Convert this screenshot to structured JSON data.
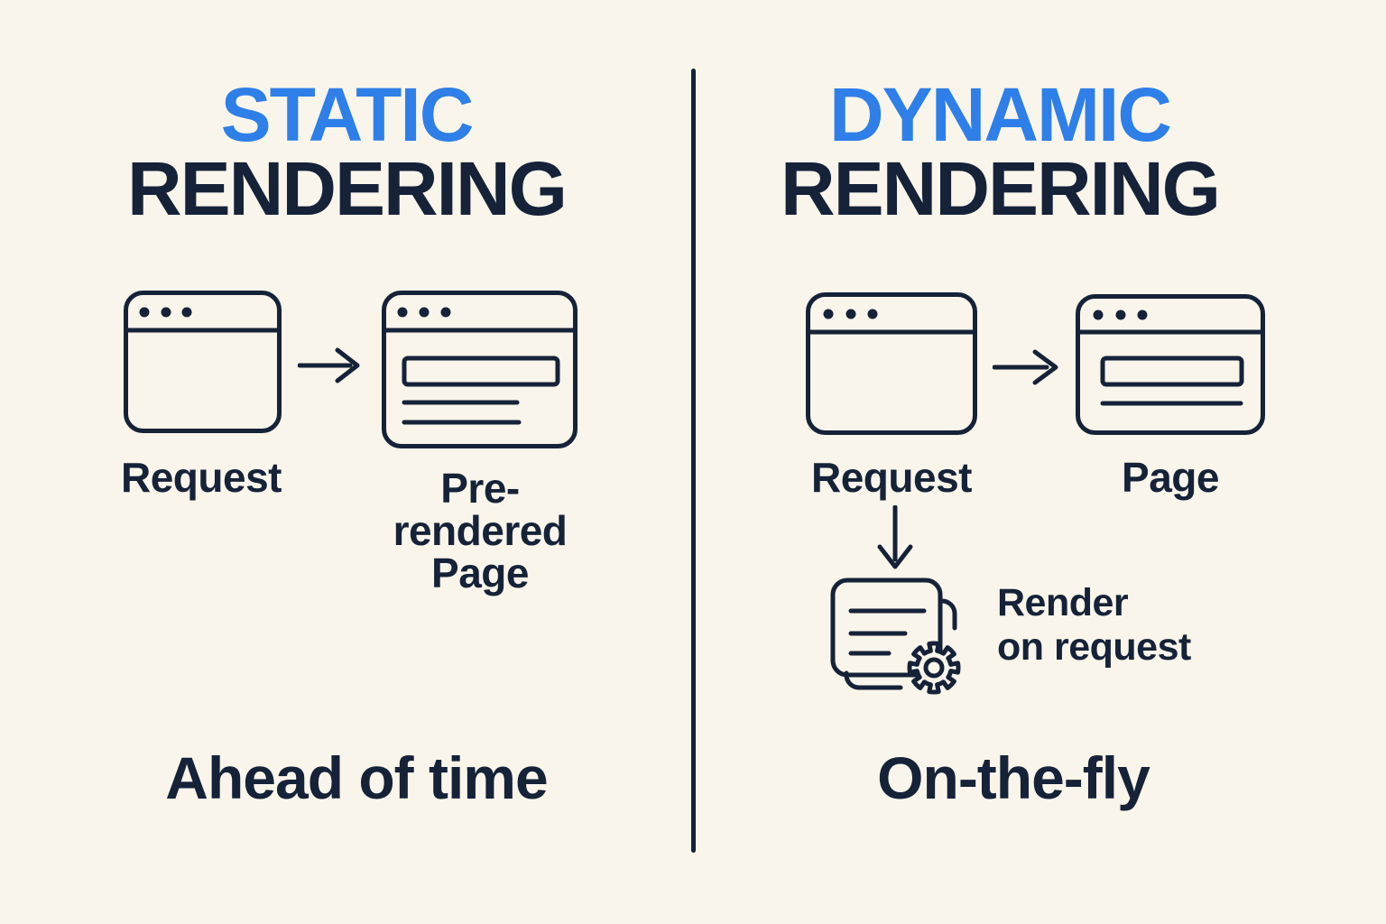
{
  "colors": {
    "background": "#FAF5EB",
    "navy": "#152238",
    "blue": "#2E7FE8"
  },
  "left": {
    "title_accent": "STATIC",
    "title_rest": "RENDERING",
    "request_label": "Request",
    "result_line1": "Pre-rendered",
    "result_line2": "Page",
    "bottom_label": "Ahead of time"
  },
  "right": {
    "title_accent": "DYNAMIC",
    "title_rest": "RENDERING",
    "request_label": "Request",
    "result_label": "Page",
    "note_line1": "Render",
    "note_line2": "on request",
    "bottom_label": "On-the-fly"
  },
  "icons": {
    "browser_empty": "browser-window-icon",
    "browser_prerendered": "browser-window-content-icon",
    "browser_page": "browser-window-content-icon",
    "arrow_right": "→",
    "arrow_down": "↓",
    "document_gear": "documents-gear-icon"
  }
}
